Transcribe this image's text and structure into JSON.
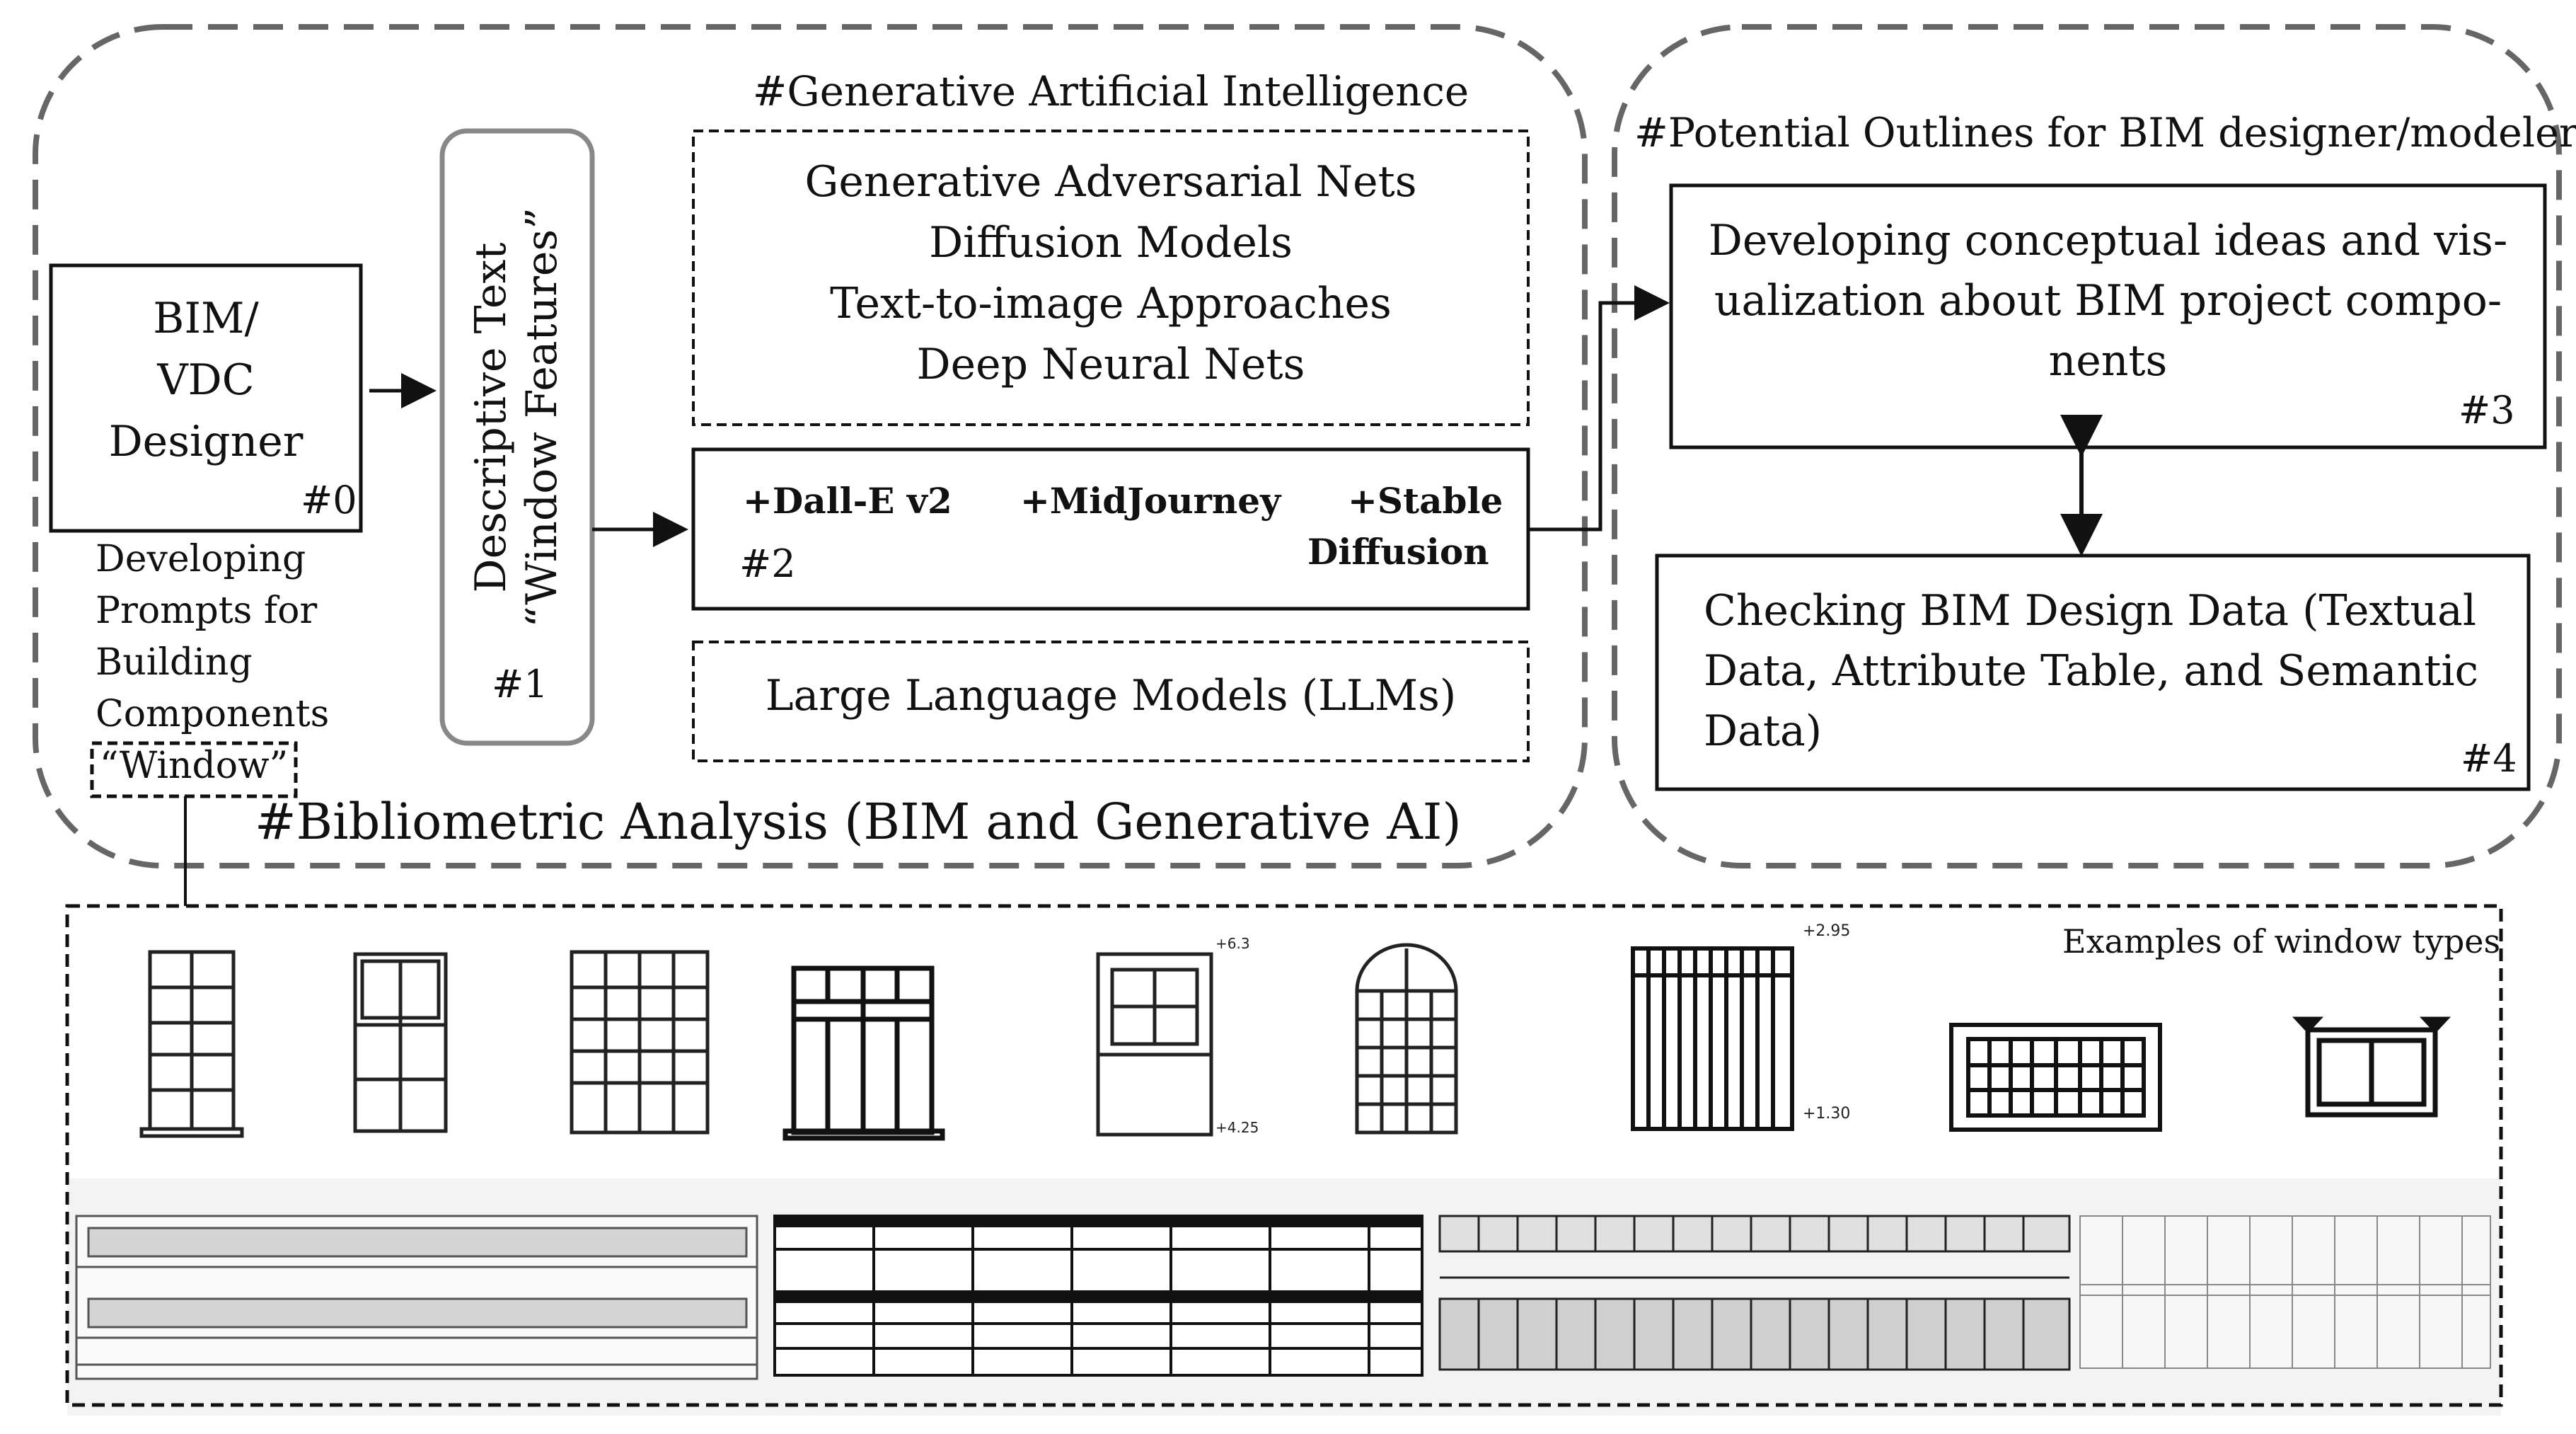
{
  "sections": {
    "generative_ai_title": "#Generative Artificial Intelligence",
    "outlines_title": "#Potential Outlines for BIM designer/modeler",
    "bibliometric_title": "#Bibliometric Analysis (BIM and Generative AI)",
    "examples_title": "Examples of window types"
  },
  "box0": {
    "lines": [
      "BIM/",
      "VDC",
      "Designer"
    ],
    "tag": "#0",
    "caption": [
      "Developing",
      "Prompts for",
      "Building",
      "Components"
    ],
    "keyword": "“Window”"
  },
  "box1": {
    "line1": "Descriptive Text",
    "line2": "“Window Features”",
    "tag": "#1"
  },
  "gen_ai_models": [
    "Generative Adversarial Nets",
    "Diffusion Models",
    "Text-to-image Approaches",
    "Deep Neural Nets"
  ],
  "tools": {
    "dalle": "+Dall-E v2",
    "midjourney": "+MidJourney",
    "stable1": "+Stable",
    "stable2": "Diffusion",
    "tag": "#2"
  },
  "llm": "Large Language Models (LLMs)",
  "box3": {
    "lines": [
      "Developing conceptual ideas and vis-",
      "ualization about BIM project compo-",
      "nents"
    ],
    "tag": "#3"
  },
  "box4": {
    "lines": [
      "Checking BIM Design Data (Textual",
      "Data, Attribute Table, and Semantic",
      "Data)"
    ],
    "tag": "#4"
  },
  "window_labels": [
    "+2.95",
    "+1.30",
    "+6.3",
    "+4.25"
  ]
}
